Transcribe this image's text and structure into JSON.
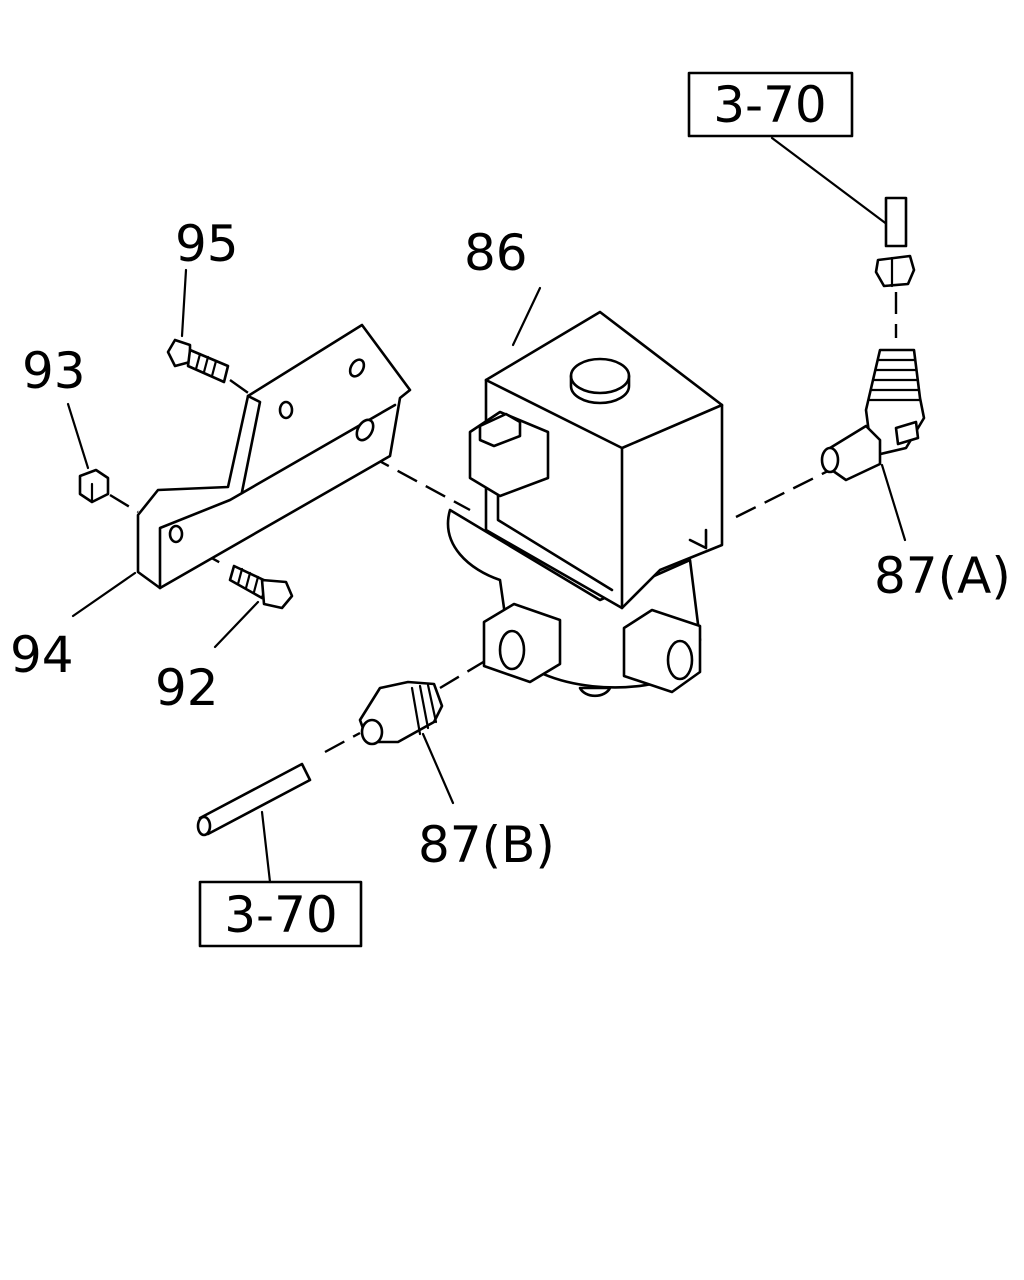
{
  "callouts": {
    "c86": "86",
    "c87a": "87(A)",
    "c87b": "87(B)",
    "c92": "92",
    "c93": "93",
    "c94": "94",
    "c95": "95"
  },
  "refs": {
    "top": "3-70",
    "bottom": "3-70"
  }
}
